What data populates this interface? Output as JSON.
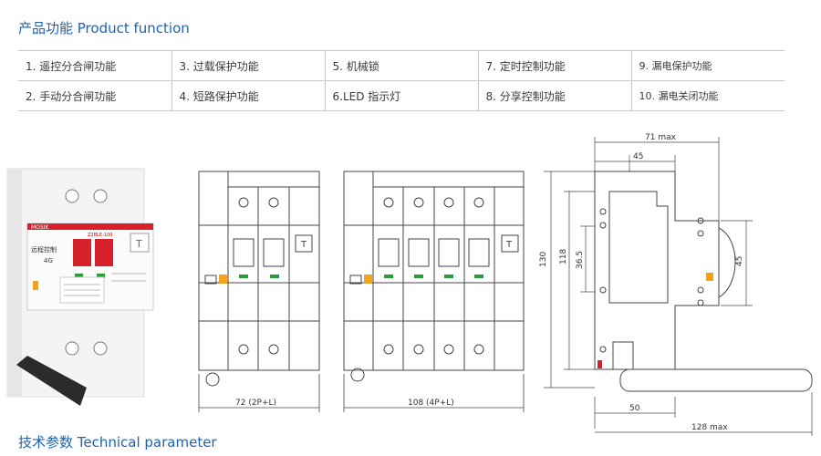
{
  "headings": {
    "product_function": "产品功能 Product function",
    "technical_parameter": "技术参数 Technical parameter"
  },
  "functions": {
    "row1": [
      "1. 遥控分合闸功能",
      "3. 过载保护功能",
      "5. 机械锁",
      "7. 定时控制功能",
      "9. 漏电保护功能"
    ],
    "row2": [
      "2. 手动分合闸功能",
      "4. 短路保护功能",
      "6.LED 指示灯",
      "8. 分享控制功能",
      "10. 漏电关闭功能"
    ]
  },
  "product_photo": {
    "brand": "MOSIK",
    "model": "Z2BLE-100",
    "label_line1": "远程控制",
    "label_line2": "4G"
  },
  "drawings": {
    "width_2p": "72 (2P+L)",
    "width_4p": "108 (4P+L)",
    "dim_71max": "71 max",
    "dim_45_top": "45",
    "dim_130": "130",
    "dim_118": "118",
    "dim_36_5": "36.5",
    "dim_45_side": "45",
    "dim_50": "50",
    "dim_128max": "128 max",
    "t_mark": "T"
  },
  "colors": {
    "heading": "#1f62ad",
    "breaker_red": "#d6202a",
    "led_green": "#2a9d3a",
    "led_orange": "#f2a21d"
  }
}
